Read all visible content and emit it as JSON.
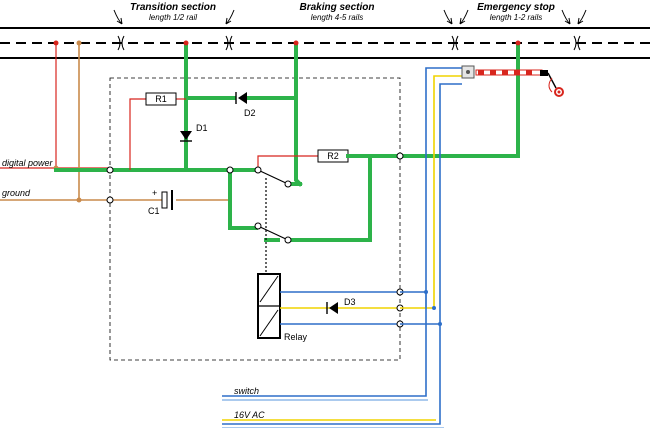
{
  "sections": {
    "transition": {
      "title": "Transition section",
      "length": "length 1/2 rail"
    },
    "braking": {
      "title": "Braking section",
      "length": "length 4-5 rails"
    },
    "emergency": {
      "title": "Emergency stop",
      "length": "length 1-2 rails"
    }
  },
  "inputs": {
    "digital_power": "digital power",
    "ground": "ground",
    "switch": "switch",
    "ac": "16V AC"
  },
  "components": {
    "r1": "R1",
    "r2": "R2",
    "d1": "D1",
    "d2": "D2",
    "d3": "D3",
    "c1": "C1",
    "c1_polarity": "+",
    "relay": "Relay"
  },
  "colors": {
    "track_wire": "#2db34a",
    "feed": "#d8251d",
    "ground": "#c98a4b",
    "switch_wire": "#2e6fc9",
    "ac_wire": "#f0d400"
  }
}
